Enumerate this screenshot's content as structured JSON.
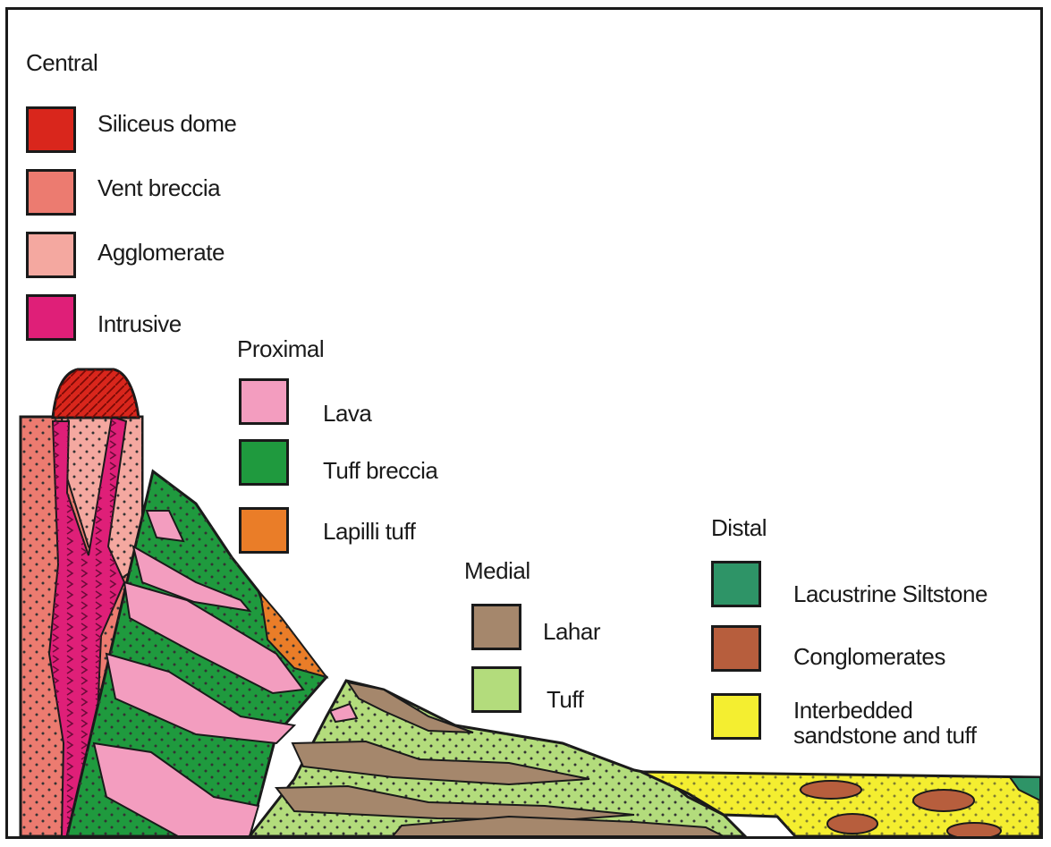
{
  "groups": {
    "central": {
      "heading": "Central",
      "items": [
        {
          "label": "Siliceus dome",
          "color": "#d9261c"
        },
        {
          "label": "Vent breccia",
          "color": "#ec7b70"
        },
        {
          "label": "Agglomerate",
          "color": "#f4a8a0"
        },
        {
          "label": "Intrusive",
          "color": "#df1f78"
        }
      ]
    },
    "proximal": {
      "heading": "Proximal",
      "items": [
        {
          "label": "Lava",
          "color": "#f39dbf"
        },
        {
          "label": "Tuff breccia",
          "color": "#1f9a3e"
        },
        {
          "label": "Lapilli tuff",
          "color": "#ea7d28"
        }
      ]
    },
    "medial": {
      "heading": "Medial",
      "items": [
        {
          "label": "Lahar",
          "color": "#a5876c"
        },
        {
          "label": "Tuff",
          "color": "#b3dc7c"
        }
      ]
    },
    "distal": {
      "heading": "Distal",
      "items": [
        {
          "label": "Lacustrine Siltstone",
          "color": "#2e9467"
        },
        {
          "label": "Conglomerates",
          "color": "#b75e3d"
        },
        {
          "label": "Interbedded",
          "label2": "sandstone and tuff",
          "color": "#f4ee30"
        }
      ]
    }
  }
}
